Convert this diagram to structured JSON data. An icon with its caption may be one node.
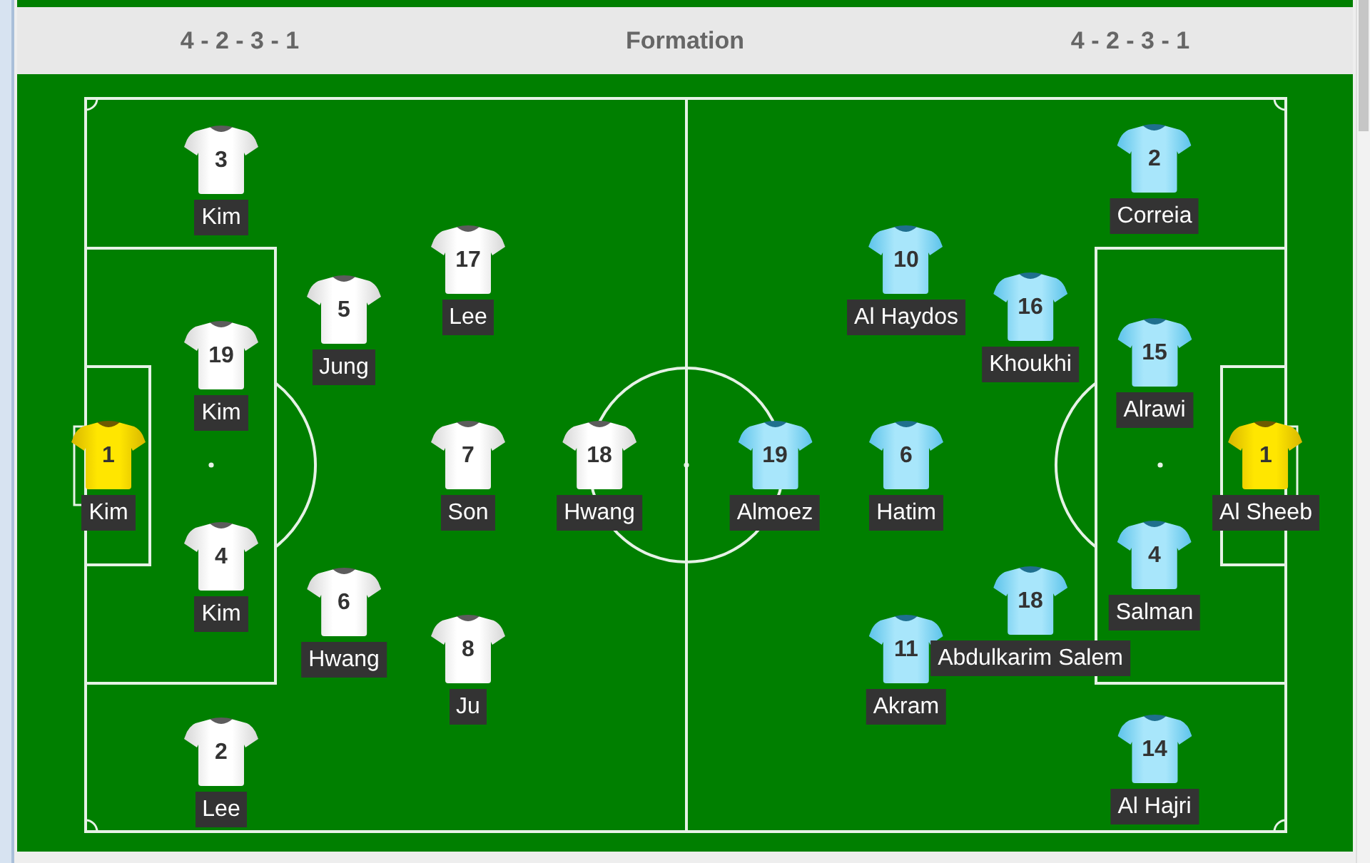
{
  "diagram": {
    "nodes": [
      {
        "text": [
          "1",
          "Kim"
        ]
      },
      {
        "text": [
          "3",
          "Kim"
        ]
      },
      {
        "text": [
          "19",
          "Kim"
        ]
      },
      {
        "text": [
          "4",
          "Kim"
        ]
      },
      {
        "text": [
          "2",
          "Lee"
        ]
      },
      {
        "text": [
          "5",
          "Jung"
        ]
      },
      {
        "text": [
          "6",
          "Hwang"
        ]
      },
      {
        "text": [
          "17",
          "Lee"
        ]
      },
      {
        "text": [
          "7",
          "Son"
        ]
      },
      {
        "text": [
          "8",
          "Ju"
        ]
      },
      {
        "text": [
          "18",
          "Hwang"
        ]
      },
      {
        "text": [
          "19",
          "Almoez"
        ]
      },
      {
        "text": [
          "10",
          "Al Haydos"
        ]
      },
      {
        "text": [
          "6",
          "Hatim"
        ]
      },
      {
        "text": [
          "11",
          "Akram"
        ]
      },
      {
        "text": [
          "16",
          "Khoukhi"
        ]
      },
      {
        "text": [
          "18",
          "Abdulkarim Salem"
        ]
      },
      {
        "text": [
          "2",
          "Correia"
        ]
      },
      {
        "text": [
          "15",
          "Alrawi"
        ]
      },
      {
        "text": [
          "4",
          "Salman"
        ]
      },
      {
        "text": [
          "14",
          "Al Hajri"
        ]
      },
      {
        "text": [
          "1",
          "Al Sheeb"
        ]
      }
    ],
    "labels": [
      "4 - 2 - 3 - 1",
      "Formation",
      "4 - 2 - 3 - 1"
    ]
  }
}
